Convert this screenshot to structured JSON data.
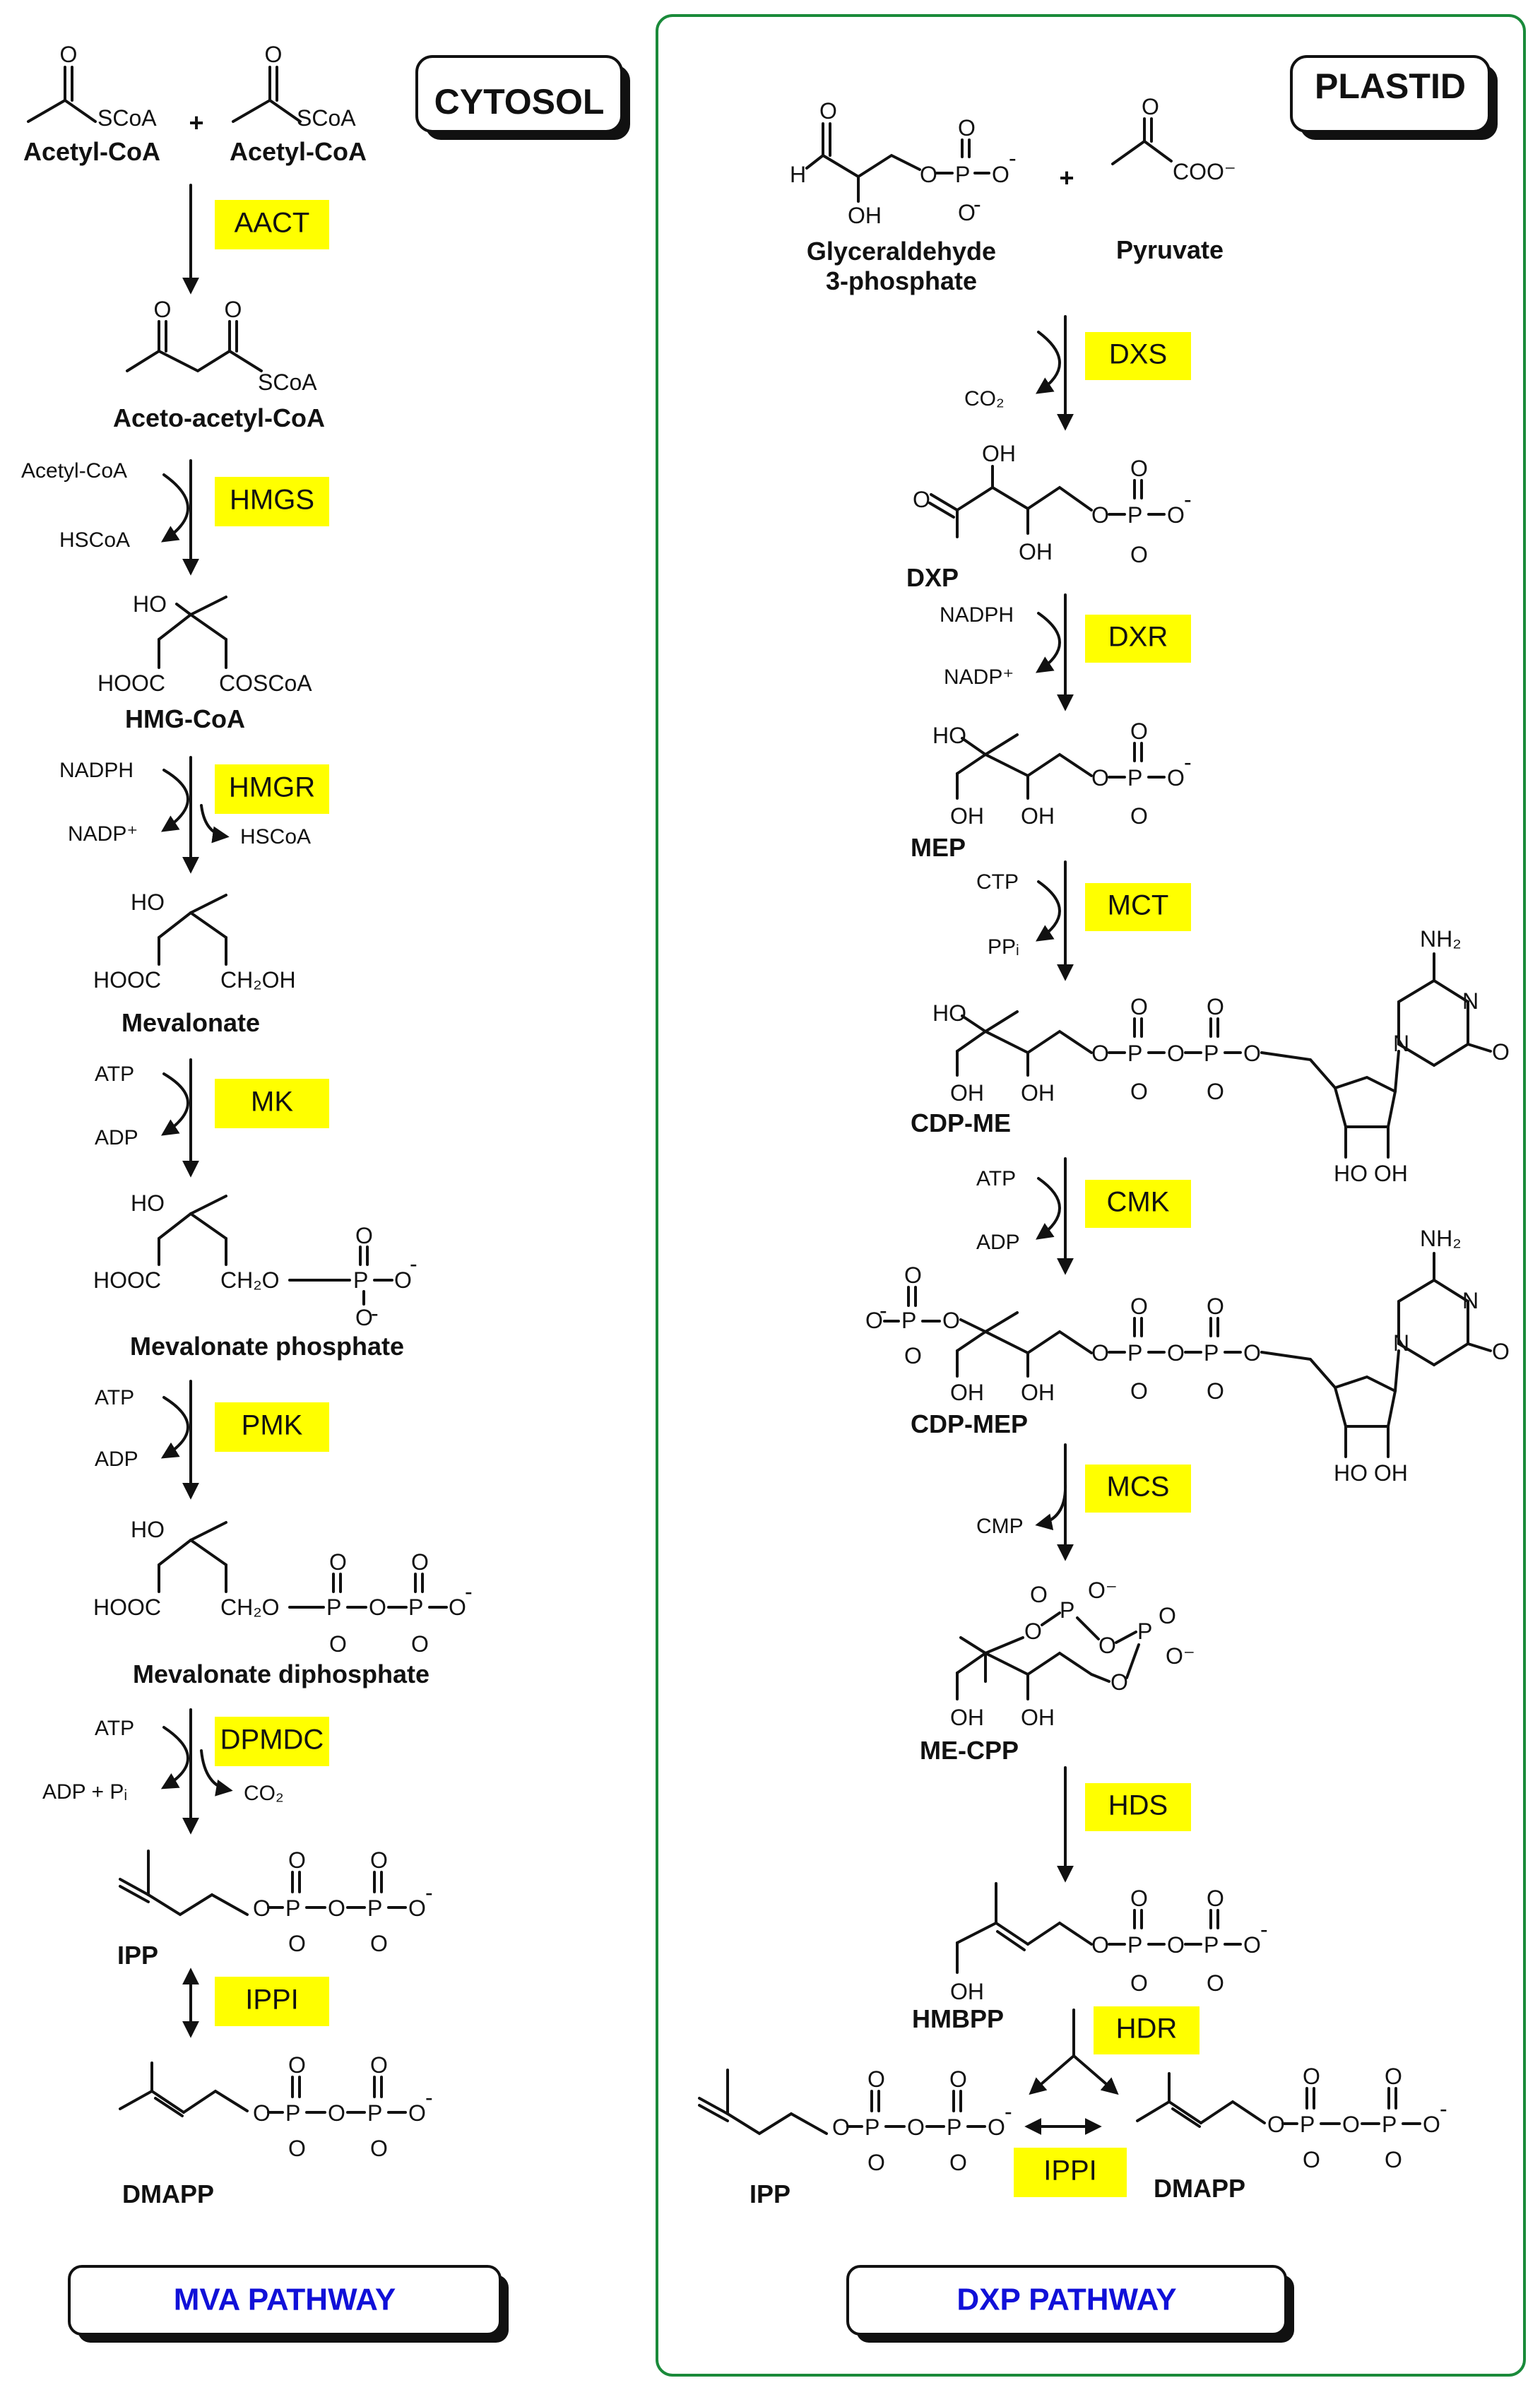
{
  "left": {
    "compartment": "CYTOSOL",
    "pathway": "MVA PATHWAY",
    "enzymes": [
      "AACT",
      "HMGS",
      "HMGR",
      "MK",
      "PMK",
      "DPMDC",
      "IPPI"
    ],
    "compounds": {
      "acetyl_coa": "Acetyl-CoA",
      "acetoacetyl": "Aceto-acetyl-CoA",
      "hmg": "HMG-CoA",
      "mevalonate": "Mevalonate",
      "mev_p": "Mevalonate phosphate",
      "mev_pp": "Mevalonate diphosphate",
      "ipp": "IPP",
      "dmapp": "DMAPP"
    },
    "cofactors": {
      "acetyl_coa_in": "Acetyl-CoA",
      "hscoa_out": "HSCoA",
      "nadph": "NADPH",
      "nadp": "NADP⁺",
      "hscoa2": "HSCoA",
      "atp1": "ATP",
      "adp1": "ADP",
      "atp2": "ATP",
      "adp2": "ADP",
      "atp3": "ATP",
      "adp_pi": "ADP + Pᵢ",
      "co2": "CO₂"
    },
    "plus": "+"
  },
  "right": {
    "compartment": "PLASTID",
    "pathway": "DXP PATHWAY",
    "enzymes": [
      "DXS",
      "DXR",
      "MCT",
      "CMK",
      "MCS",
      "HDS",
      "HDR",
      "IPPI"
    ],
    "compounds": {
      "g3p": "Glyceraldehyde\n3-phosphate",
      "g3p_1": "Glyceraldehyde",
      "g3p_2": "3-phosphate",
      "pyruvate": "Pyruvate",
      "dxp": "DXP",
      "mep": "MEP",
      "cdpme": "CDP-ME",
      "cdpmep": "CDP-MEP",
      "mecpp": "ME-CPP",
      "hmbpp": "HMBPP",
      "ipp": "IPP",
      "dmapp": "DMAPP"
    },
    "cofactors": {
      "co2": "CO₂",
      "nadph": "NADPH",
      "nadp": "NADP⁺",
      "ctp": "CTP",
      "ppi": "PPᵢ",
      "atp": "ATP",
      "adp": "ADP",
      "cmp": "CMP"
    },
    "plus": "+"
  },
  "colors": {
    "enzyme_fill": "#ffff00",
    "frame": "#1a8a3a",
    "pathway_text": "#1010d8"
  },
  "atoms": {
    "O": "O",
    "OH": "OH",
    "HO": "HO",
    "H": "H",
    "P": "P",
    "N": "N",
    "NH2": "NH₂",
    "SCoA": "SCoA",
    "COO": "COO⁻",
    "HOOC": "HOOC",
    "COSCoA": "COSCoA",
    "CH2OH": "CH₂OH",
    "CH2O": "CH₂O",
    "minus": "-",
    "HOOH": "HO OH",
    "Ominus": "O⁻"
  }
}
